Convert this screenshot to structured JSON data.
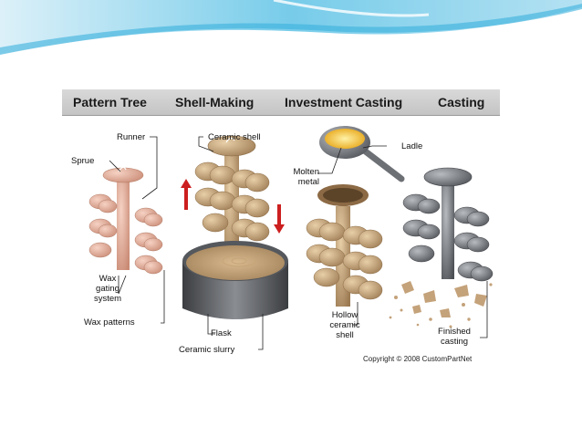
{
  "stages": {
    "pattern_tree": "Pattern Tree",
    "shell_making": "Shell-Making",
    "investment_casting": "Investment Casting",
    "casting": "Casting"
  },
  "labels": {
    "runner": "Runner",
    "sprue": "Sprue",
    "wax_gating_1": "Wax",
    "wax_gating_2": "gating",
    "wax_gating_3": "system",
    "wax_patterns": "Wax patterns",
    "ceramic_shell": "Ceramic shell",
    "flask": "Flask",
    "ceramic_slurry": "Ceramic slurry",
    "ladle": "Ladle",
    "molten_1": "Molten",
    "molten_2": "metal",
    "hollow_1": "Hollow",
    "hollow_2": "ceramic",
    "hollow_3": "shell",
    "finished_1": "Finished",
    "finished_2": "casting"
  },
  "copyright": "Copyright © 2008 CustomPartNet",
  "colors": {
    "wax": "#e2a894",
    "ceramic": "#c9a67c",
    "metal": "#7a7d82",
    "molten": "#f2c01e",
    "arrow": "#cc1f1f"
  }
}
